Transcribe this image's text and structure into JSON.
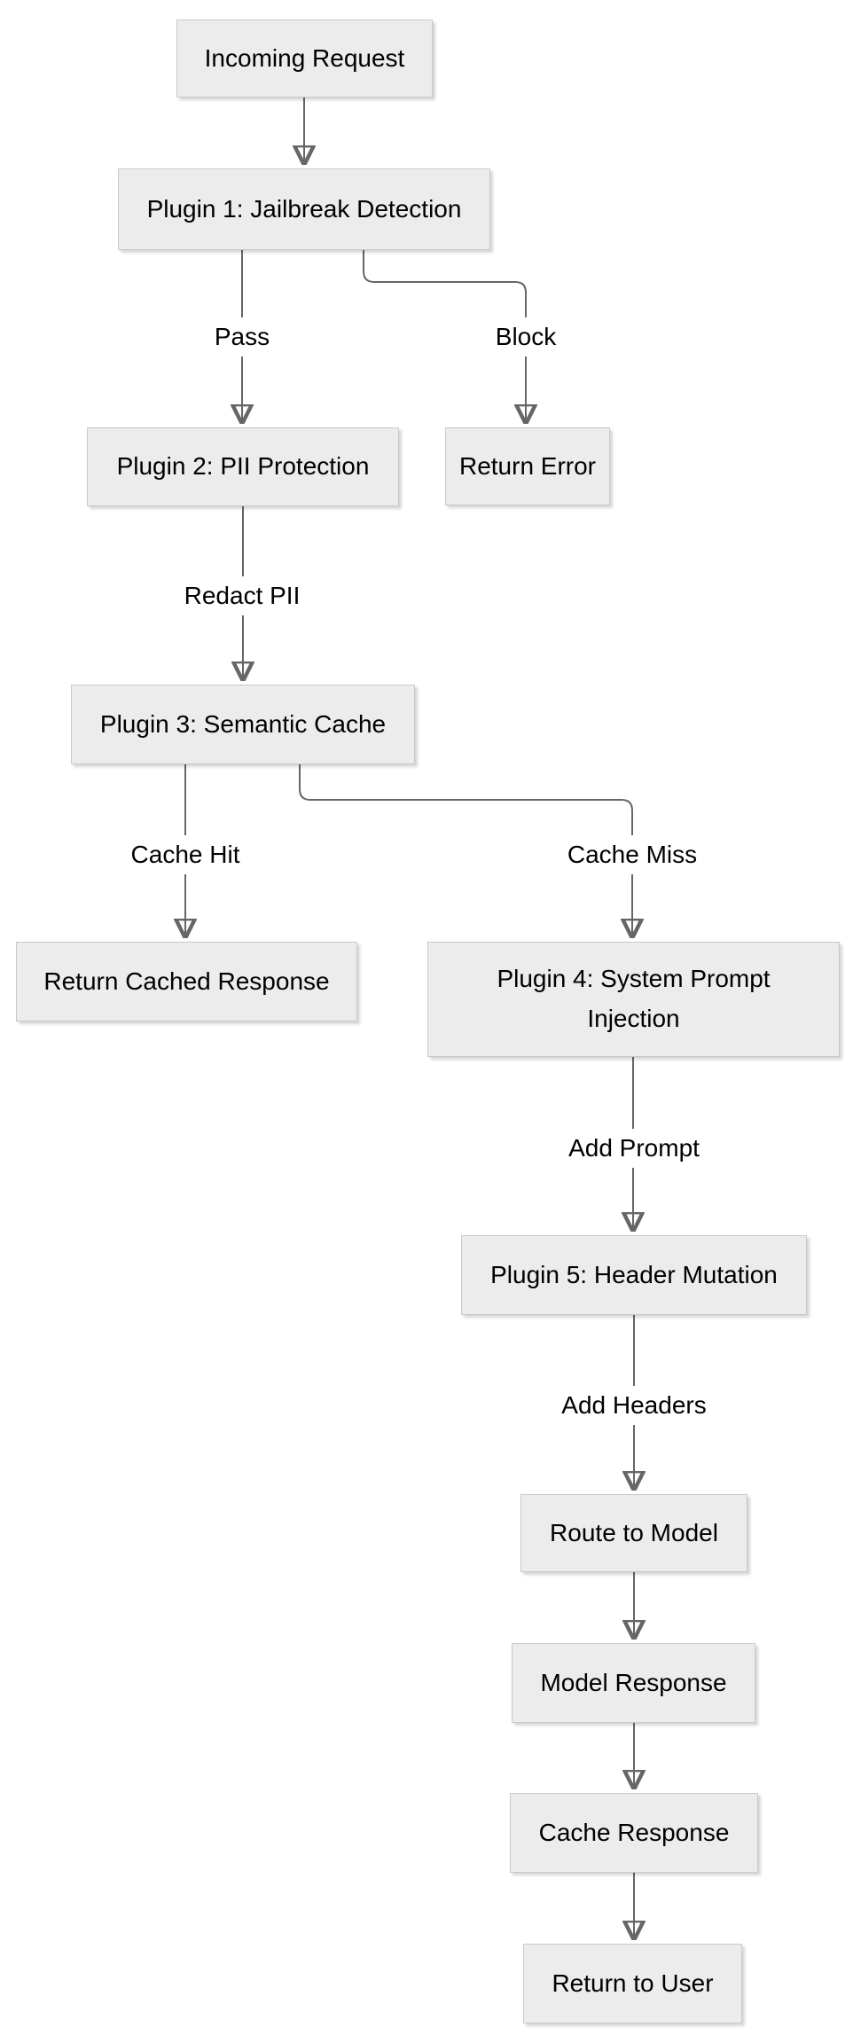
{
  "diagram": {
    "type": "flowchart",
    "direction": "top-down",
    "colors": {
      "background": "#ffffff",
      "node_fill": "#ececec",
      "node_border": "#c9c9c9",
      "edge": "#666666",
      "text": "#000000",
      "label_background": "#ffffff"
    }
  },
  "nodes": {
    "incoming_request": {
      "label": "Incoming Request"
    },
    "plugin1": {
      "label": "Plugin 1: Jailbreak Detection"
    },
    "plugin2": {
      "label": "Plugin 2: PII Protection"
    },
    "return_error": {
      "label": "Return Error"
    },
    "plugin3": {
      "label": "Plugin 3: Semantic Cache"
    },
    "return_cached_response": {
      "label": "Return Cached Response"
    },
    "plugin4": {
      "label": "Plugin 4: System Prompt Injection"
    },
    "plugin5": {
      "label": "Plugin 5: Header Mutation"
    },
    "route_to_model": {
      "label": "Route to Model"
    },
    "model_response": {
      "label": "Model Response"
    },
    "cache_response": {
      "label": "Cache Response"
    },
    "return_to_user": {
      "label": "Return to User"
    }
  },
  "edges": [
    {
      "from": "Incoming Request",
      "to": "Plugin 1: Jailbreak Detection",
      "label": ""
    },
    {
      "from": "Plugin 1: Jailbreak Detection",
      "to": "Plugin 2: PII Protection",
      "label": "Pass"
    },
    {
      "from": "Plugin 1: Jailbreak Detection",
      "to": "Return Error",
      "label": "Block"
    },
    {
      "from": "Plugin 2: PII Protection",
      "to": "Plugin 3: Semantic Cache",
      "label": "Redact PII"
    },
    {
      "from": "Plugin 3: Semantic Cache",
      "to": "Return Cached Response",
      "label": "Cache Hit"
    },
    {
      "from": "Plugin 3: Semantic Cache",
      "to": "Plugin 4: System Prompt Injection",
      "label": "Cache Miss"
    },
    {
      "from": "Plugin 4: System Prompt Injection",
      "to": "Plugin 5: Header Mutation",
      "label": "Add Prompt"
    },
    {
      "from": "Plugin 5: Header Mutation",
      "to": "Route to Model",
      "label": "Add Headers"
    },
    {
      "from": "Route to Model",
      "to": "Model Response",
      "label": ""
    },
    {
      "from": "Model Response",
      "to": "Cache Response",
      "label": ""
    },
    {
      "from": "Cache Response",
      "to": "Return to User",
      "label": ""
    }
  ]
}
